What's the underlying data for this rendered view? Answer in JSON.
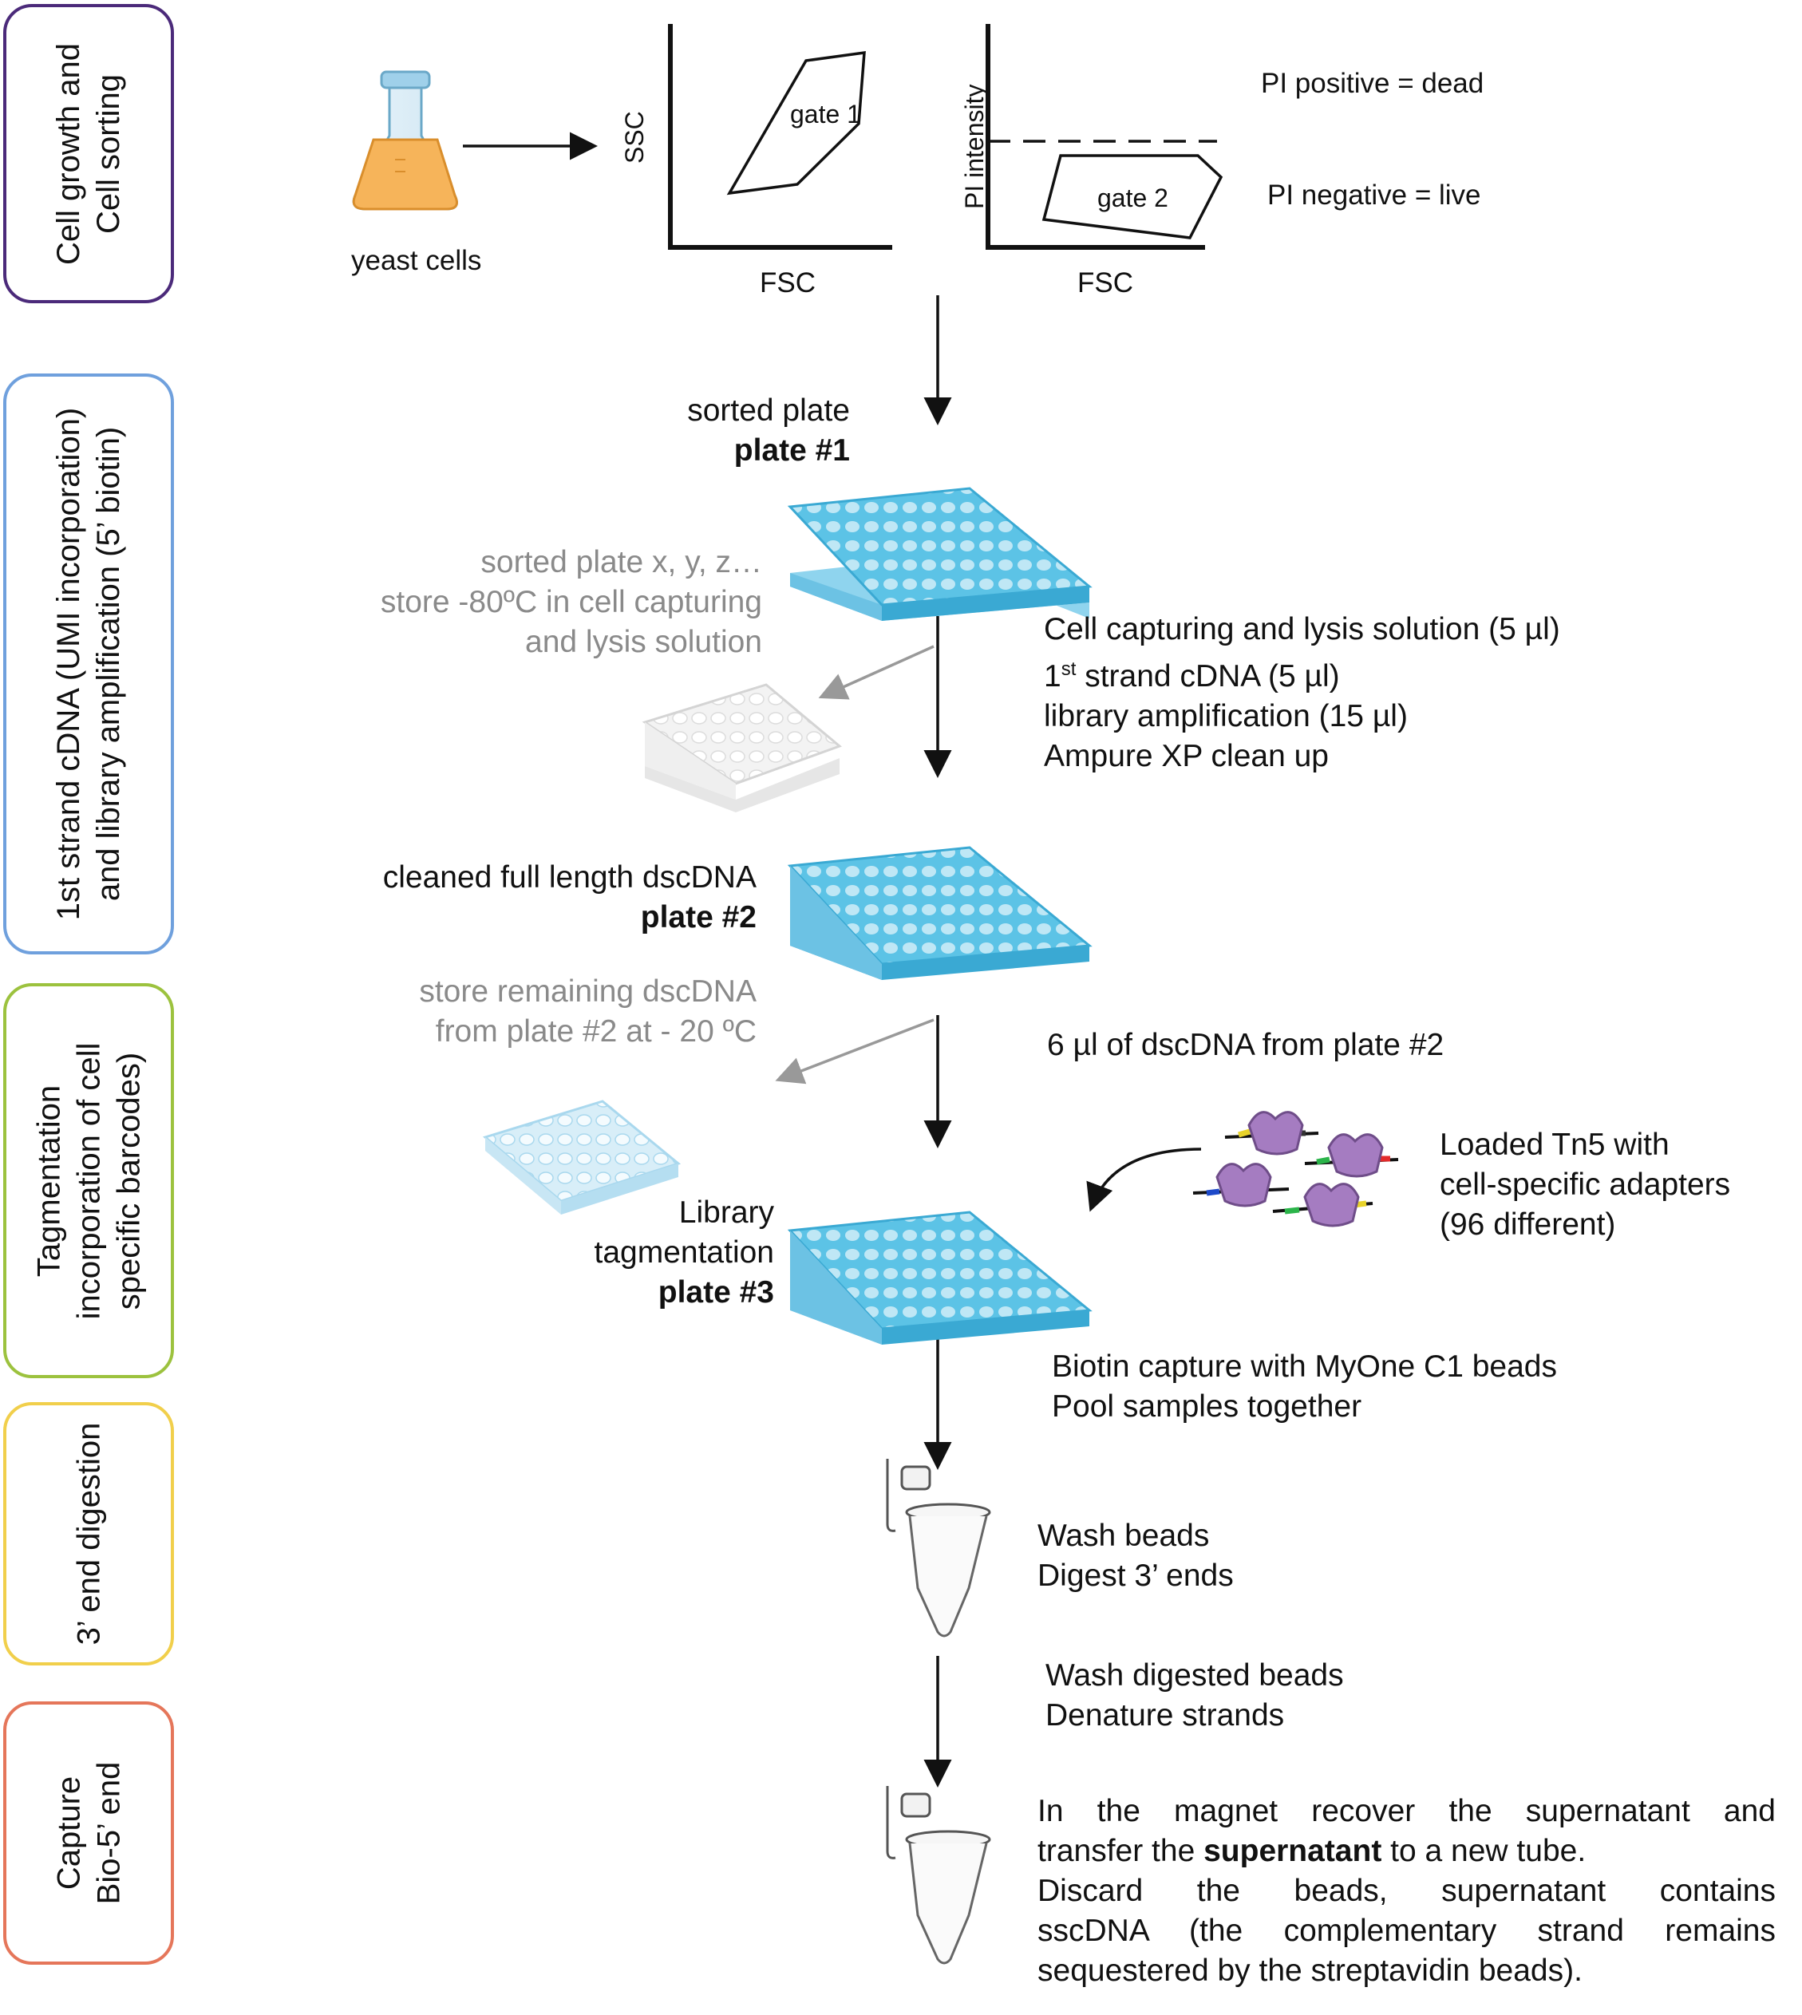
{
  "stages": [
    {
      "label": "Cell growth and\nCell sorting",
      "color": "#4b2a7a"
    },
    {
      "label": "1st strand cDNA (UMI incorporation)\nand library amplification (5’ biotin)",
      "color": "#6fa0dd"
    },
    {
      "label": "Tagmentation\nincorporation of cell\nspecific barcodes)",
      "color": "#9cc23e"
    },
    {
      "label": "3’ end digestion",
      "color": "#f1cf4b"
    },
    {
      "label": "Capture\nBio-5’ end",
      "color": "#e5765a"
    }
  ],
  "flask_label": "yeast cells",
  "plot1": {
    "ylabel": "SSC",
    "xlabel": "FSC",
    "gate": "gate 1"
  },
  "plot2": {
    "ylabel": "PI intensity",
    "xlabel": "FSC",
    "gate": "gate 2",
    "positive": "PI positive = dead",
    "negative": "PI negative = live"
  },
  "plate1": {
    "line1": "sorted plate",
    "line2": "plate #1"
  },
  "storage1": {
    "line1": "sorted plate  x, y, z…",
    "line2": "store -80ºC in cell capturing",
    "line3": "and lysis solution"
  },
  "steps1": {
    "line1": "Cell capturing and lysis solution (5 µl)",
    "line2_sup_num": "1",
    "line2_sup": "st",
    "line2_rest": " strand cDNA (5 µl)",
    "line3": "library amplification (15 µl)",
    "line4": "Ampure XP clean up"
  },
  "plate2": {
    "line1": "cleaned full length dscDNA",
    "line2": "plate #2"
  },
  "storage2": {
    "line1": "store remaining dscDNA",
    "line2": "from plate #2 at - 20 ºC"
  },
  "steps2": {
    "line1": "6 µl of dscDNA from plate #2"
  },
  "tn5": {
    "line1": "Loaded Tn5 with",
    "line2": "cell-specific adapters",
    "line3": "(96 different)"
  },
  "plate3": {
    "line1": "Library",
    "line2": "tagmentation",
    "line3": "plate #3"
  },
  "steps3": {
    "line1": "Biotin capture with MyOne C1 beads",
    "line2": "Pool samples together"
  },
  "steps4": {
    "line1": "Wash beads",
    "line2": "Digest 3’ ends"
  },
  "steps5": {
    "line1": "Wash digested beads",
    "line2": "Denature strands"
  },
  "final": {
    "l1": "In the magnet recover the supernatant and",
    "l2a": "transfer the ",
    "l2b": "supernatant",
    "l2c": " to a new tube.",
    "l3": "Discard the beads, supernatant contains",
    "l4": "sscDNA (the complementary strand remains",
    "l5": "sequestered by the streptavidin beads)."
  },
  "colors": {
    "flask_liquid": "#f6b45a",
    "plate": "#5cc3e6",
    "plate_light": "#bfe7f5",
    "protein": "#a57cc1"
  }
}
